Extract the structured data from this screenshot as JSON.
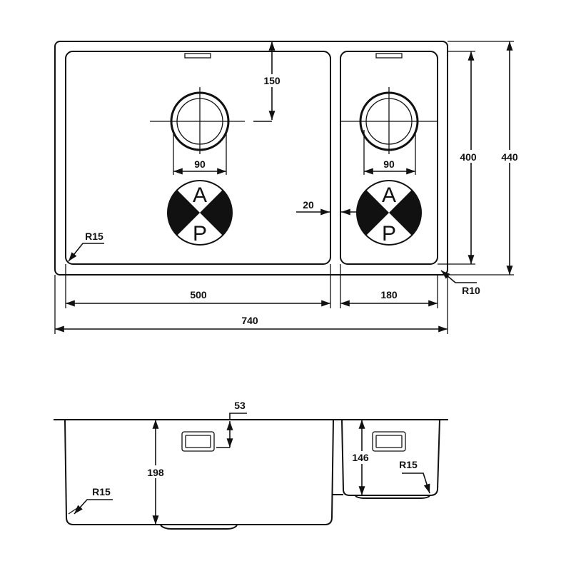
{
  "top_view": {
    "dims": {
      "drain_offset": "150",
      "drain_left_dia": "90",
      "drain_right_dia": "90",
      "bowl_gap": "20",
      "inner_height": "400",
      "outer_height": "440",
      "corner_left": "R15",
      "corner_outer": "R10",
      "left_bowl_width": "500",
      "right_bowl_width": "180",
      "overall_width": "740"
    },
    "ap_symbol": {
      "top": "A",
      "bottom": "P"
    }
  },
  "side_view": {
    "dims": {
      "overflow_offset": "53",
      "left_depth": "198",
      "right_depth": "146",
      "corner_left": "R15",
      "corner_right": "R15"
    }
  }
}
